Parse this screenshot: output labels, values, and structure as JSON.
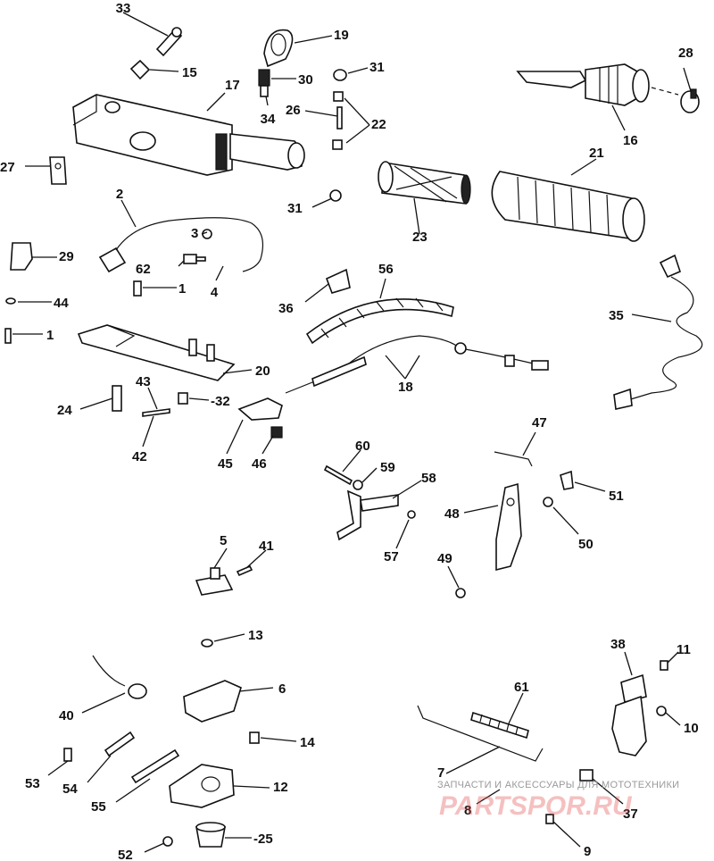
{
  "labels": {
    "p1a": "1",
    "p1b": "1",
    "p2": "2",
    "p3": "3",
    "p4": "4",
    "p5": "5",
    "p6": "6",
    "p7": "7",
    "p8": "8",
    "p9": "9",
    "p10": "10",
    "p11": "11",
    "p12": "12",
    "p13": "13",
    "p14": "14",
    "p15": "15",
    "p16": "16",
    "p17": "17",
    "p18": "18",
    "p19": "19",
    "p20": "20",
    "p21": "21",
    "p22": "22",
    "p23": "23",
    "p24": "24",
    "p25": "-25",
    "p26": "26",
    "p27": "27",
    "p28": "28",
    "p29": "29",
    "p30": "30",
    "p31a": "31",
    "p31b": "31",
    "p32": "-32",
    "p33": "33",
    "p34": "34",
    "p35": "35",
    "p36": "36",
    "p37": "37",
    "p38": "38",
    "p40": "40",
    "p41": "41",
    "p42": "42",
    "p43": "43",
    "p44": "44",
    "p45": "45",
    "p46": "46",
    "p47": "47",
    "p48": "48",
    "p49": "49",
    "p50": "50",
    "p51": "51",
    "p52": "52",
    "p53": "53",
    "p54": "54",
    "p55": "55",
    "p56": "56",
    "p57": "57",
    "p58": "58",
    "p59": "59",
    "p60": "60",
    "p61": "61",
    "p62": "62"
  },
  "watermark": {
    "caption": "ЗАПЧАСТИ И АКСЕССУАРЫ ДЛЯ МОТОТЕХНИКИ",
    "logo": "PARTSPOR.RU"
  }
}
